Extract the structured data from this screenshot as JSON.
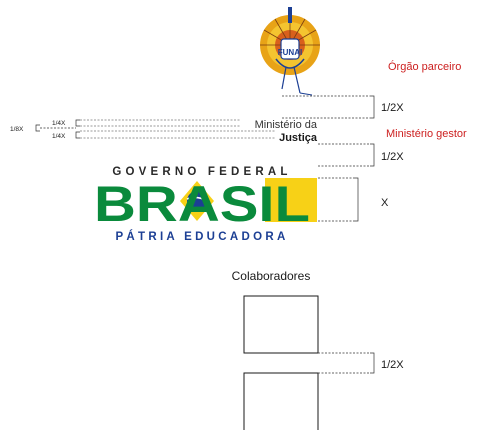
{
  "logo_partner": {
    "acronym": "FUNAI"
  },
  "labels": {
    "partner": "Órgão parceiro",
    "manager": "Ministério gestor",
    "collaborators": "Colaboradores"
  },
  "ministry": {
    "line1": "Ministério da",
    "line2": "Justiça"
  },
  "brand": {
    "top": "GOVERNO FEDERAL",
    "main": "BRASIL",
    "bottom": "PÁTRIA EDUCADORA"
  },
  "measures": {
    "half_top": "1/2X",
    "half_mid": "1/2X",
    "full": "X",
    "half_bottom": "1/2X",
    "quarter_a": "1/4X",
    "quarter_b": "1/4X",
    "eighth": "1/8X"
  },
  "colors": {
    "accent_red": "#cc1f1f",
    "brasil_green": "#0a8a3c",
    "brasil_yellow": "#f7d117",
    "brasil_blue": "#1c3f94",
    "text_dark": "#1a1a1a",
    "line_gray": "#333333"
  },
  "icons": {
    "partner_logo": "funai-headdress-icon",
    "globe": "brazil-globe-icon"
  }
}
